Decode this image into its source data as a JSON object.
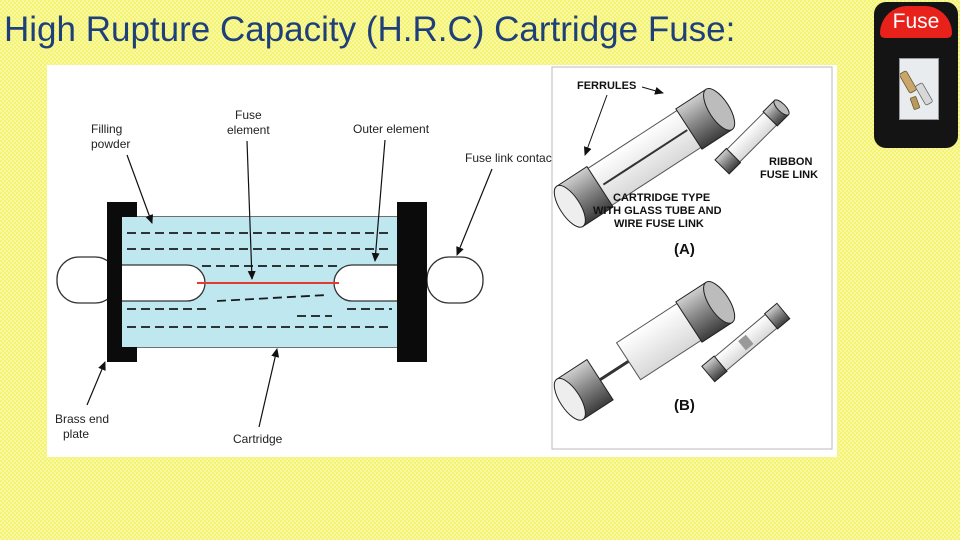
{
  "slide": {
    "title": "High Rupture Capacity (H.R.C) Cartridge Fuse:"
  },
  "left_diagram": {
    "labels": {
      "filling_powder_1": "Filling",
      "filling_powder_2": "powder",
      "fuse_element_1": "Fuse",
      "fuse_element_2": "element",
      "outer_element": "Outer element",
      "fuse_link_contact": "Fuse link contact",
      "brass_end_plate_1": "Brass end",
      "brass_end_plate_2": "plate",
      "cartridge": "Cartridge"
    }
  },
  "right_diagram": {
    "labels": {
      "ferrules": "FERRULES",
      "ribbon_1": "RIBBON",
      "ribbon_2": "FUSE LINK",
      "cartridge_1": "CARTRIDGE TYPE",
      "cartridge_2": "WITH GLASS TUBE AND",
      "cartridge_3": "WIRE FUSE LINK",
      "caption_a": "(A)",
      "caption_b": "(B)"
    }
  },
  "badge": {
    "label": "Fuse"
  },
  "colors": {
    "title": "#1f3f7a",
    "fill_powder": "#bfe7ef",
    "fuse_wire": "#e33b2e",
    "badge_red": "#e8221b"
  }
}
